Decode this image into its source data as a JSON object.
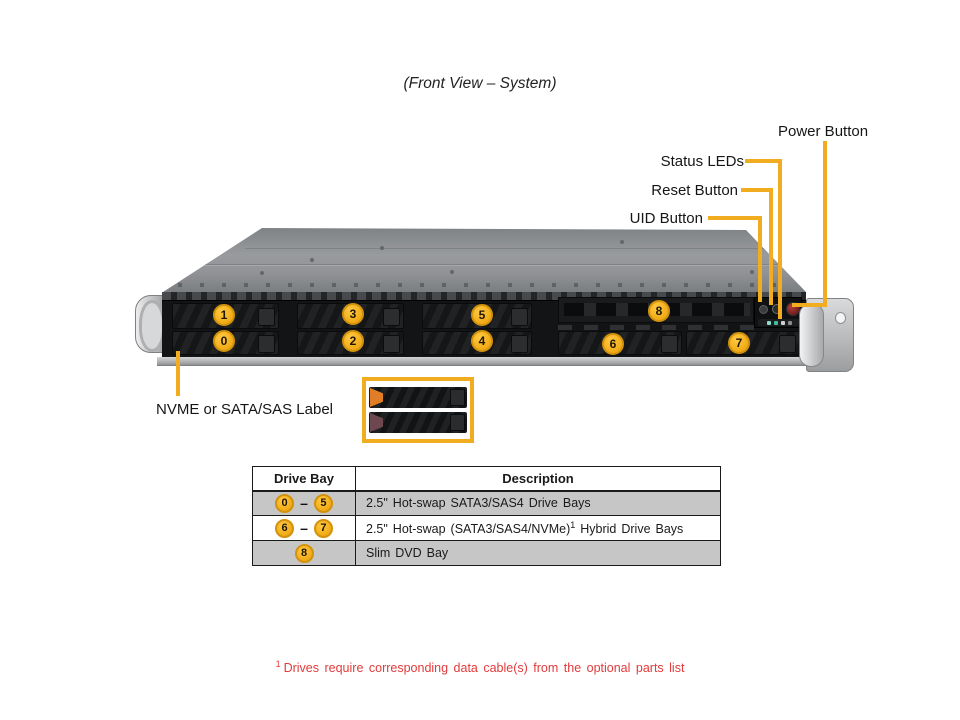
{
  "figure": {
    "title": "(Front View – System)"
  },
  "callouts": {
    "power_button": "Power Button",
    "status_leds": "Status LEDs",
    "reset_button": "Reset Button",
    "uid_button": "UID Button",
    "drive_label": "NVME or SATA/SAS Label"
  },
  "chassis": {
    "bay_numbers": [
      "1",
      "0",
      "3",
      "2",
      "5",
      "4",
      "8",
      "6",
      "7"
    ]
  },
  "bay_table": {
    "headers": [
      "Drive Bay",
      "Description"
    ],
    "rows": [
      {
        "bay_from": "0",
        "bay_to": "5",
        "dash": "–",
        "description": "2.5\" Hot-swap SATA3/SAS4 Drive Bays"
      },
      {
        "bay_from": "6",
        "bay_to": "7",
        "dash": "–",
        "description_pre": "2.5\" Hot-swap (SATA3/SAS4/NVMe)",
        "description_sup": "1",
        "description_post": " Hybrid Drive Bays"
      },
      {
        "bay": "8",
        "description": "Slim DVD Bay"
      }
    ]
  },
  "footnote": {
    "sup": "1",
    "text": "Drives require corresponding data cable(s) from the optional parts list"
  },
  "colors": {
    "callout_yellow": "#F2AC1F",
    "badge_fill": "#F4B11E",
    "badge_ring": "#D3920B",
    "footnote_red": "#E23B3B",
    "table_row_gray": "#C6C6C6"
  }
}
